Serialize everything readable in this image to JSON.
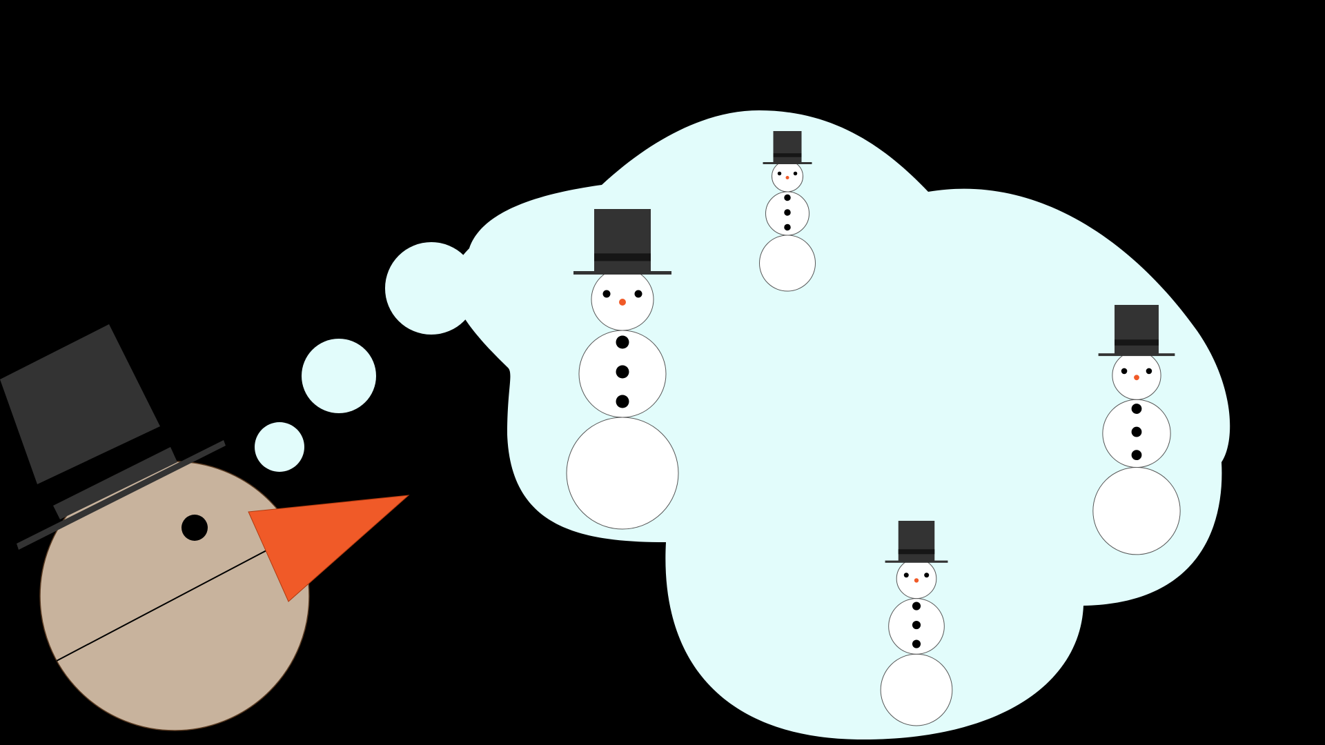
{
  "scene": {
    "background_color": "#000000",
    "cloud_color": "#e2fcfb",
    "snow_color": "#ffffff",
    "hat_color": "#333333",
    "hat_band_color": "#161616",
    "carrot_color": "#f05a28",
    "head_color": "#c8b39d",
    "outline_color": "#000000"
  },
  "thinker": {
    "icon": "snowman-head-icon",
    "hat_icon": "top-hat-icon",
    "nose_icon": "carrot-nose-icon",
    "eye_icon": "coal-eye-icon"
  },
  "thought_bubble": {
    "icon": "thought-cloud-icon",
    "trail_bubble_count": 3,
    "dreamed_snowman_count": 4,
    "snowman_button_count": 3
  }
}
